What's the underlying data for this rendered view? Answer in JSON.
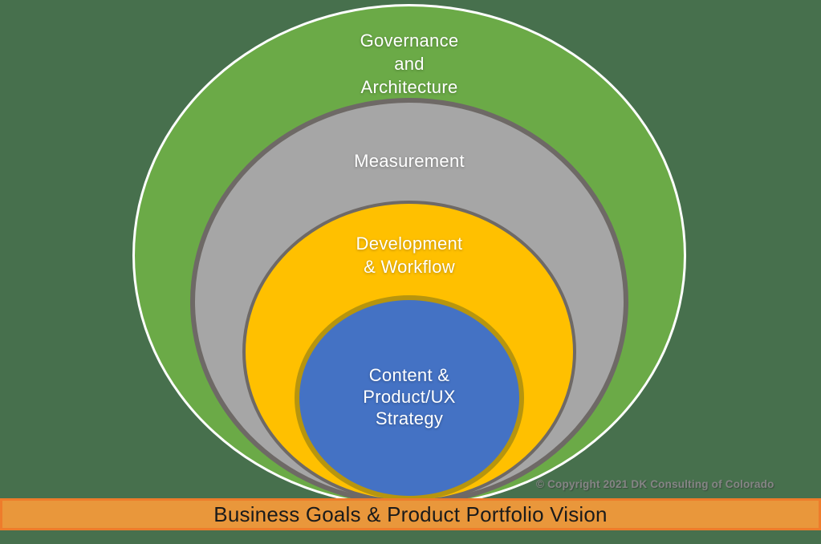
{
  "background_color": "#47704D",
  "rings": [
    {
      "id": "governance",
      "label_lines": [
        "Governance",
        "and",
        "Architecture"
      ],
      "fill": "#6BAA47",
      "border": "#FFFFFF",
      "text_color": "#FFFFFF"
    },
    {
      "id": "measurement",
      "label_lines": [
        "Measurement"
      ],
      "fill": "#A6A6A6",
      "border": "#6E6966",
      "text_color": "#FFFFFF"
    },
    {
      "id": "development",
      "label_lines": [
        "Development",
        "& Workflow"
      ],
      "fill": "#FFC000",
      "border": "#6E6966",
      "text_color": "#FFFFFF"
    },
    {
      "id": "content",
      "label_lines": [
        "Content &",
        "Product/UX",
        "Strategy"
      ],
      "fill": "#4472C4",
      "border": "#B7950E",
      "text_color": "#FFFFFF"
    }
  ],
  "footer_bar": {
    "label": "Business Goals & Product Portfolio Vision",
    "fill": "#E9973B",
    "border": "#EE7C2B",
    "text_color": "#1B1B1B"
  },
  "copyright_text": "© Copyright 2021 DK Consulting of Colorado"
}
